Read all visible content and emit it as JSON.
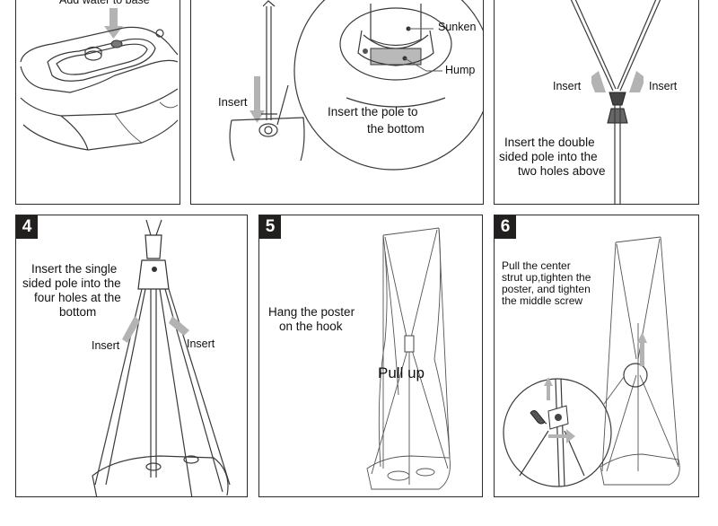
{
  "panel1": {
    "instruction": "Add water to base"
  },
  "panel2": {
    "insert_label": "Insert",
    "instruction_line1": "Insert the pole to",
    "instruction_line2": "the bottom",
    "sunken_label": "Sunken",
    "hump_label": "Hump"
  },
  "panel3": {
    "insert_left": "Insert",
    "insert_right": "Insert",
    "instruction_line1": "Insert the double",
    "instruction_line2": "sided pole into the",
    "instruction_line3": "two holes above"
  },
  "panel4": {
    "step": "4",
    "instruction_line1": "Insert the single",
    "instruction_line2": "sided pole into the",
    "instruction_line3": "four holes at the",
    "instruction_line4": "bottom",
    "insert_left": "Insert",
    "insert_right": "Insert"
  },
  "panel5": {
    "step": "5",
    "instruction_line1": "Hang the poster",
    "instruction_line2": "on the hook",
    "pull_label": "Pull up"
  },
  "panel6": {
    "step": "6",
    "instruction_line1": "Pull the center",
    "instruction_line2": "strut up,tighten the",
    "instruction_line3": "poster, and tighten",
    "instruction_line4": "the middle screw"
  },
  "colors": {
    "badge": "#221f1f",
    "line": "#3a3a3a",
    "arrow": "#b3b3b3"
  }
}
